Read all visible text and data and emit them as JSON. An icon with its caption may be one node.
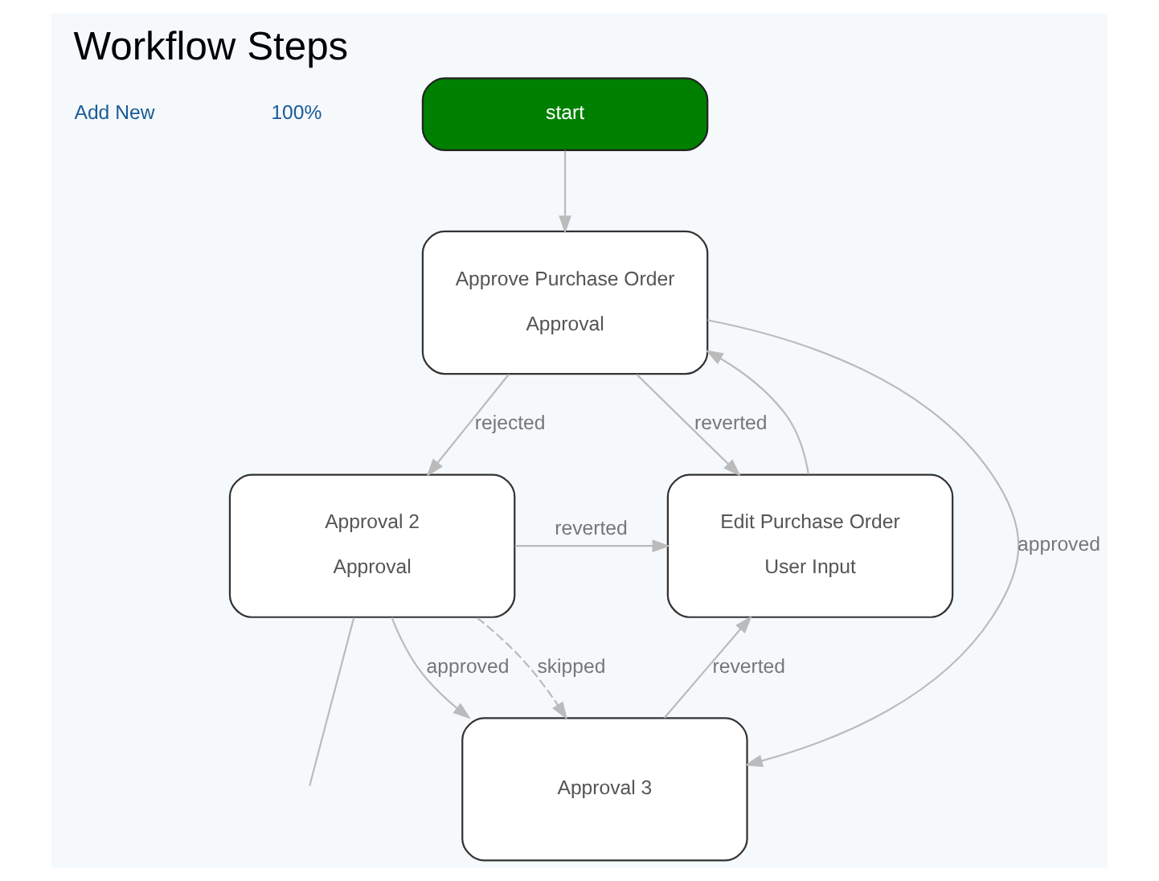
{
  "diagram": {
    "title": "Workflow Steps",
    "nodes": [
      {
        "text": [
          "start"
        ]
      },
      {
        "text": [
          "Approve Purchase Order",
          "Approval"
        ]
      },
      {
        "text": [
          "Approval 2",
          "Approval"
        ]
      },
      {
        "text": [
          "Edit Purchase Order",
          "User Input"
        ]
      },
      {
        "text": [
          "Approval 3"
        ]
      }
    ],
    "edges": [
      {
        "from": 0,
        "to": 1,
        "arrow": "to"
      },
      {
        "from": 1,
        "to": 2,
        "arrow": "to",
        "label": "rejected"
      },
      {
        "from": 1,
        "to": 4,
        "arrow": "to",
        "label": "approved"
      },
      {
        "from": 1,
        "to": 3,
        "arrow": "to",
        "label": "reverted"
      },
      {
        "from": 2,
        "to": 4,
        "arrow": "to",
        "label": "approved"
      },
      {
        "from": 2,
        "to": 4,
        "arrow": "to",
        "label": "skipped",
        "style": "dashed"
      },
      {
        "from": 2,
        "to": 3,
        "arrow": "to",
        "label": "reverted"
      },
      {
        "from": 4,
        "to": 3,
        "arrow": "to",
        "label": "reverted"
      },
      {
        "from": 3,
        "to": 1,
        "arrow": "to"
      },
      {
        "from": 2,
        "to": null,
        "arrow": "none"
      }
    ],
    "labels": [
      "Add New",
      "100%"
    ]
  }
}
